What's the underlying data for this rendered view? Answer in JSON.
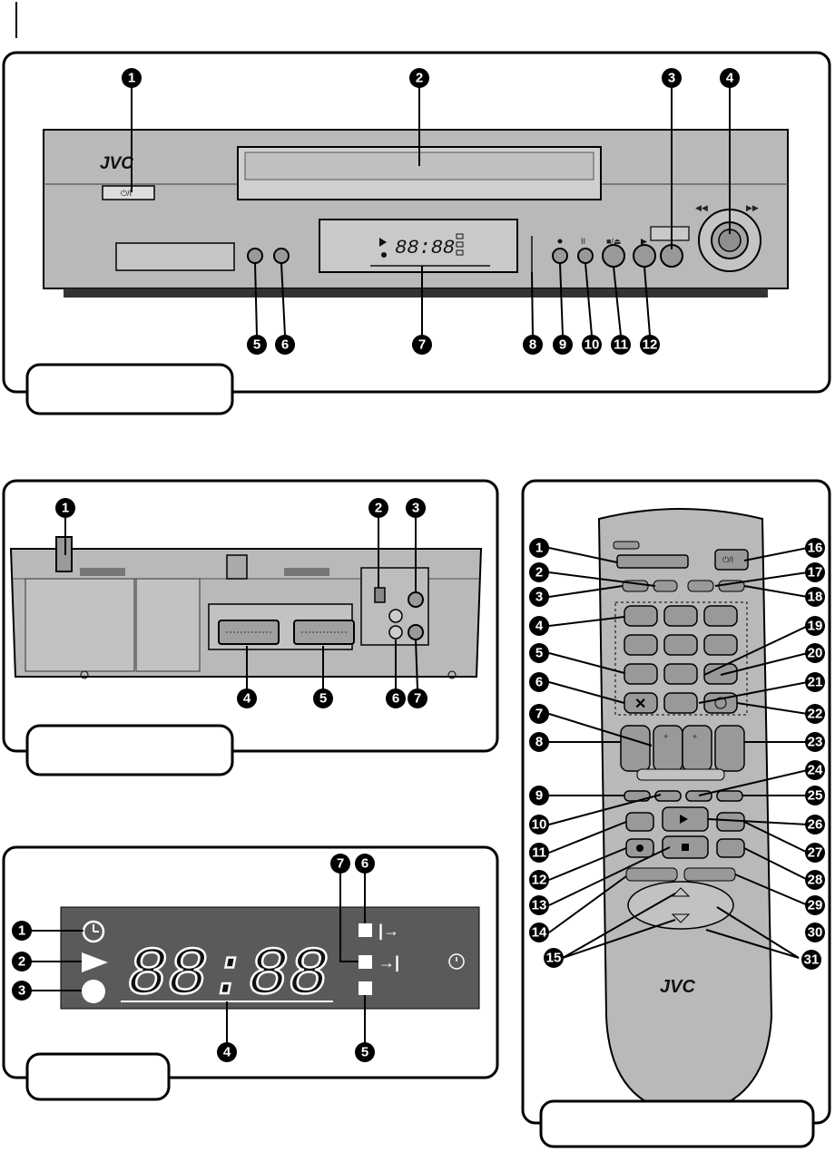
{
  "front_panel": {
    "brand": "JVC",
    "display_digits": "88:88",
    "callouts": [
      "1",
      "2",
      "3",
      "4",
      "5",
      "6",
      "7",
      "8",
      "9",
      "10",
      "11",
      "12"
    ],
    "section_label": ""
  },
  "rear_panel": {
    "callouts": [
      "1",
      "2",
      "3",
      "4",
      "5",
      "6",
      "7"
    ],
    "section_label": ""
  },
  "display_panel": {
    "digits": "88:88",
    "callouts": [
      "1",
      "2",
      "3",
      "4",
      "5",
      "6",
      "7"
    ],
    "section_label": ""
  },
  "remote": {
    "brand": "JVC",
    "callouts": [
      "1",
      "2",
      "3",
      "4",
      "5",
      "6",
      "7",
      "8",
      "9",
      "10",
      "11",
      "12",
      "13",
      "14",
      "15",
      "16",
      "17",
      "18",
      "19",
      "20",
      "21",
      "22",
      "23",
      "24",
      "25",
      "26",
      "27",
      "28",
      "29",
      "30",
      "31"
    ],
    "section_label": ""
  },
  "colors": {
    "panel_gray": "#b9b9b9",
    "dark": "#111111",
    "display_bg": "#5a5a5a",
    "segment": "#ffffff"
  }
}
